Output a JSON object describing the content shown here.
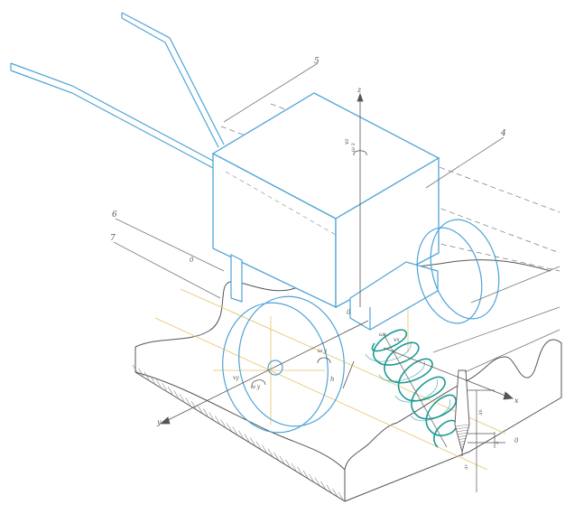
{
  "part_labels": {
    "p4": "4",
    "p5": "5",
    "p6": "6",
    "p7": "7"
  },
  "axis_labels": {
    "z": "z",
    "x": "x",
    "y": "y",
    "origin_front": "0",
    "origin_top": "0",
    "origin_left": "0"
  },
  "annotations": {
    "vz": "vz",
    "wz": "ω z",
    "wy_front": "ω y",
    "vy": "vy",
    "wy_right": "ω y",
    "wx": "ωx",
    "vx": "vx",
    "h": "h",
    "dim_right_1": "Δh",
    "dim_right_2": "Δ",
    "dim_right_3": "Δr"
  },
  "colors": {
    "machine": "#4fa3d6",
    "auger": "#1f9a93",
    "line": "#555555",
    "guide": "#e6c36a",
    "hatch": "#777777"
  }
}
